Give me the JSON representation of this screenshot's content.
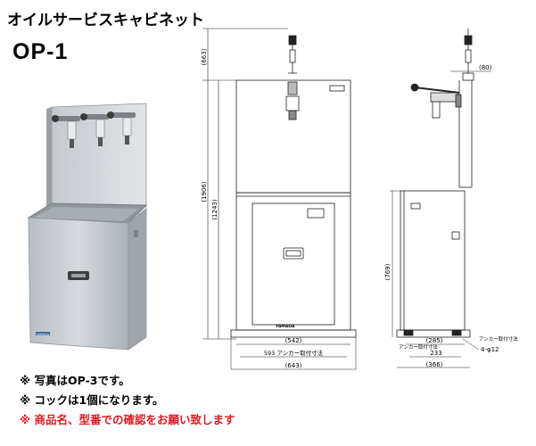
{
  "header": {
    "title": "オイルサービスキャビネット",
    "model": "OP-1"
  },
  "notes": [
    "※ 写真はOP-3です。",
    "※ コックは1個になります。",
    "※ 商品名、型番での確認をお願い致します"
  ],
  "colors": {
    "warning_text": "#e0191f",
    "cabinet_body": "#c8ccd0",
    "cabinet_panel": "#d9dde2",
    "drawing_line": "#222222"
  },
  "photo": {
    "plate_text": "YAMADA"
  },
  "front_view": {
    "dim_top": "(663)",
    "dim_total_height": "(1906)",
    "dim_body_height": "(1243)",
    "dim_inner_width": "(542)",
    "dim_anchor": "593 アンカー取付寸法",
    "dim_total_width": "(643)",
    "plate_text": "YAMADA"
  },
  "side_view": {
    "dim_offset": "(80)",
    "dim_lower_height": "(769)",
    "dim_285": "(285)",
    "dim_233": "233",
    "dim_366": "(366)",
    "anchor_label_1": "アンカー取付寸法",
    "anchor_label_2": "アンカー取付寸法",
    "anchor_holes": "4-φ12"
  }
}
